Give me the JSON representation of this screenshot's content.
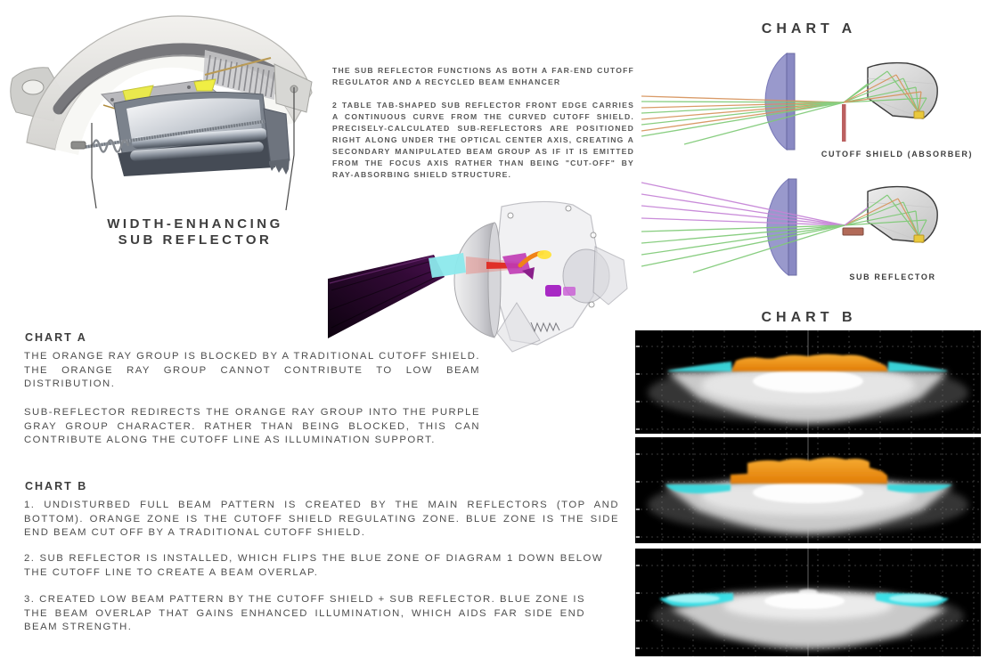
{
  "top_left": {
    "label_line1": "WIDTH-ENHANCING",
    "label_line2": "SUB REFLECTOR"
  },
  "intro": {
    "para1": "THE SUB REFLECTOR FUNCTIONS AS BOTH A FAR-END CUTOFF REGULATOR AND A RECYCLED BEAM ENHANCER",
    "para2": "2 TABLE TAB-SHAPED SUB REFLECTOR FRONT EDGE CARRIES A CONTINUOUS CURVE FROM THE CURVED CUTOFF SHIELD. PRECISELY-CALCULATED SUB-REFLECTORS ARE POSITIONED RIGHT ALONG UNDER THE OPTICAL CENTER AXIS, CREATING A SECONDARY MANIPULATED BEAM GROUP AS IF IT IS EMITTED FROM THE FOCUS AXIS RATHER THAN BEING \"CUT-OFF\" BY RAY-ABSORBING SHIELD STRUCTURE."
  },
  "chart_a": {
    "title": "CHART A",
    "diagram1_label": "CUTOFF SHIELD (ABSORBER)",
    "diagram2_label": "SUB REFLECTOR"
  },
  "chart_b": {
    "title": "CHART B"
  },
  "notes_a": {
    "heading": "CHART A",
    "para1": "THE ORANGE RAY GROUP IS BLOCKED BY A TRADITIONAL CUTOFF SHIELD. THE ORANGE RAY GROUP CANNOT CONTRIBUTE TO LOW BEAM DISTRIBUTION.",
    "para2": "SUB-REFLECTOR REDIRECTS THE ORANGE RAY GROUP INTO THE PURPLE GRAY GROUP CHARACTER. RATHER THAN BEING BLOCKED, THIS CAN CONTRIBUTE ALONG THE CUTOFF LINE AS ILLUMINATION SUPPORT."
  },
  "notes_b": {
    "heading": "CHART B",
    "item1": "1. UNDISTURBED FULL BEAM PATTERN IS CREATED BY THE MAIN REFLECTORS (TOP AND BOTTOM). ORANGE ZONE IS THE CUTOFF SHIELD REGULATING ZONE. BLUE ZONE IS THE SIDE END BEAM CUT OFF BY A TRADITIONAL CUTOFF SHIELD.",
    "item2": "2. SUB REFLECTOR IS INSTALLED, WHICH FLIPS THE BLUE ZONE OF DIAGRAM 1 DOWN BELOW THE CUTOFF LINE TO CREATE A BEAM OVERLAP.",
    "item3": "3. CREATED LOW BEAM PATTERN BY THE CUTOFF SHIELD + SUB REFLECTOR. BLUE ZONE IS THE BEAM OVERLAP THAT GAINS ENHANCED ILLUMINATION, WHICH AIDS FAR SIDE END BEAM STRENGTH."
  },
  "palette": {
    "orange_zone": "#ef9420",
    "cyan_zone": "#3bdbe0",
    "ray_green": "#7fca77",
    "ray_orange": "#d6935c",
    "ray_purple": "#c583d6",
    "shield_red": "#bb6060",
    "lens_purple": "#8a8ac4",
    "light_source_yellow": "#e9c83b",
    "panel_background": "#000000"
  }
}
